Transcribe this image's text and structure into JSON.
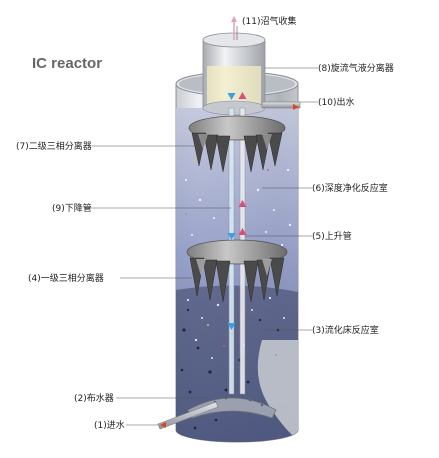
{
  "title": "IC reactor",
  "labels": {
    "l1": "(1)进水",
    "l2": "(2)布水器",
    "l3": "(3)流化床反应室",
    "l4": "(4)一级三相分离器",
    "l5": "(5)上升管",
    "l6": "(6)深度净化反应室",
    "l7": "(7)二级三相分离器",
    "l8": "(8)旋流气液分离器",
    "l9": "(9)下降管",
    "l10": "(10)出水",
    "l11": "(11)沼气收集"
  },
  "colors": {
    "arrow": "#d84a1e",
    "leader": "#555555",
    "riser_arrow": "#d8507a",
    "downcomer_arrow": "#3aa0e0"
  }
}
